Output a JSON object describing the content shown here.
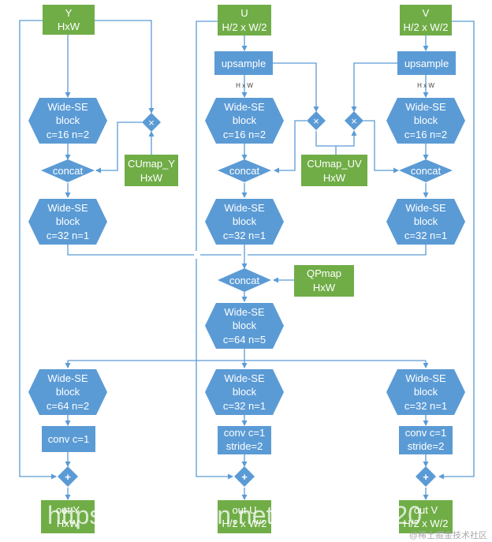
{
  "colors": {
    "blue": "#5b9bd5",
    "green": "#70ad47",
    "line": "#5b9bd5",
    "text": "#ffffff"
  },
  "inputs": {
    "y": {
      "line1": "Y",
      "line2": "HxW"
    },
    "u": {
      "line1": "U",
      "line2": "H/2 x W/2"
    },
    "v": {
      "line1": "V",
      "line2": "H/2 x W/2"
    }
  },
  "upsample_u": "upsample",
  "upsample_v": "upsample",
  "size_label_u": "H x W",
  "size_label_v": "H x W",
  "cumap_y": {
    "line1": "CUmap_Y",
    "line2": "HxW"
  },
  "cumap_uv": {
    "line1": "CUmap_UV",
    "line2": "HxW"
  },
  "qpmap": {
    "line1": "QPmap",
    "line2": "HxW"
  },
  "concat_label": "concat",
  "multiply_symbol": "×",
  "add_symbol": "+",
  "blocks": {
    "y1": {
      "line1": "Wide-SE",
      "line2": "block",
      "line3": "c=16 n=2"
    },
    "u1": {
      "line1": "Wide-SE",
      "line2": "block",
      "line3": "c=16 n=2"
    },
    "v1": {
      "line1": "Wide-SE",
      "line2": "block",
      "line3": "c=16 n=2"
    },
    "y2": {
      "line1": "Wide-SE",
      "line2": "block",
      "line3": "c=32 n=1"
    },
    "u2": {
      "line1": "Wide-SE",
      "line2": "block",
      "line3": "c=32 n=1"
    },
    "v2": {
      "line1": "Wide-SE",
      "line2": "block",
      "line3": "c=32 n=1"
    },
    "mid": {
      "line1": "Wide-SE",
      "line2": "block",
      "line3": "c=64 n=5"
    },
    "y3": {
      "line1": "Wide-SE",
      "line2": "block",
      "line3": "c=64 n=2"
    },
    "u3": {
      "line1": "Wide-SE",
      "line2": "block",
      "line3": "c=32 n=1"
    },
    "v3": {
      "line1": "Wide-SE",
      "line2": "block",
      "line3": "c=32 n=1"
    }
  },
  "convs": {
    "y": {
      "line1": "conv c=1",
      "line2": ""
    },
    "u": {
      "line1": "conv c=1",
      "line2": "stride=2"
    },
    "v": {
      "line1": "conv c=1",
      "line2": "stride=2"
    }
  },
  "outputs": {
    "y": {
      "line1": "out Y",
      "line2": "HxW"
    },
    "u": {
      "line1": "out U",
      "line2": "H/2 x W/2"
    },
    "v": {
      "line1": "out V",
      "line2": "H/2 x W/2"
    }
  },
  "watermark_url": "https://blog.csdn.net/Zhanghan20",
  "watermark_site": "@稀土掘金技术社区"
}
